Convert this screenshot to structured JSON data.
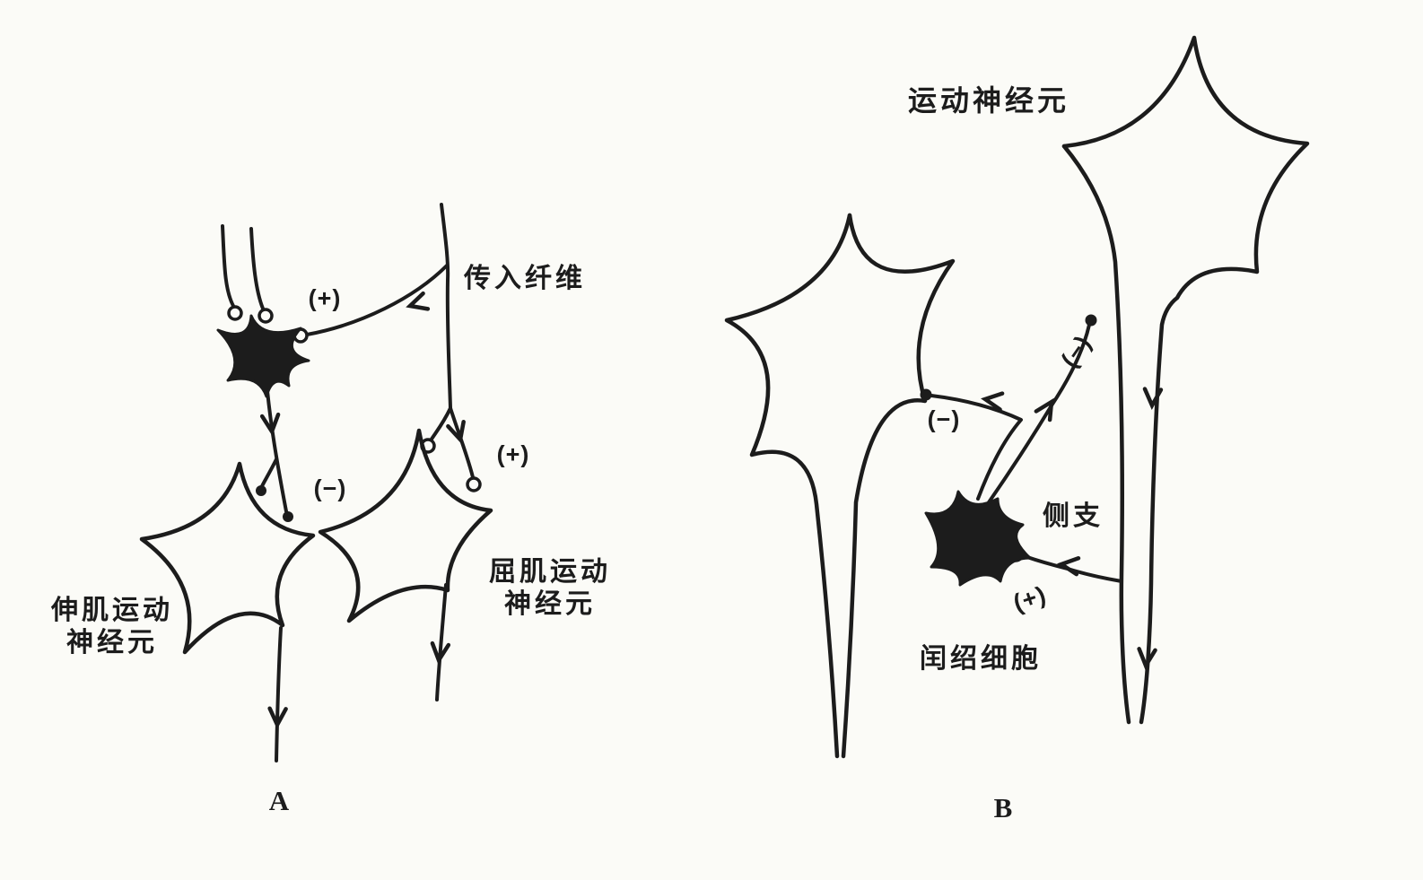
{
  "figure": {
    "description_note": "",
    "panel_a": {
      "caption": "A",
      "labels": {
        "afferent_fiber": "传入纤维",
        "extensor_line1": "伸肌运动",
        "extensor_line2": "神经元",
        "flexor_line1": "屈肌运动",
        "flexor_line2": "神经元",
        "sign_plus_afferent": "(+)",
        "sign_minus_interneuron": "(−)",
        "sign_plus_flexor": "(+)"
      }
    },
    "panel_b": {
      "caption": "B",
      "labels": {
        "motor_neuron": "运动神经元",
        "collateral": "侧支",
        "renshaw_cell": "闰绍细胞",
        "sign_minus_left": "(−)",
        "sign_minus_right": "(−)",
        "sign_plus_collateral": "(+)"
      }
    },
    "colors": {
      "ink": "#1c1c1c",
      "paper": "#fbfbf7"
    }
  }
}
